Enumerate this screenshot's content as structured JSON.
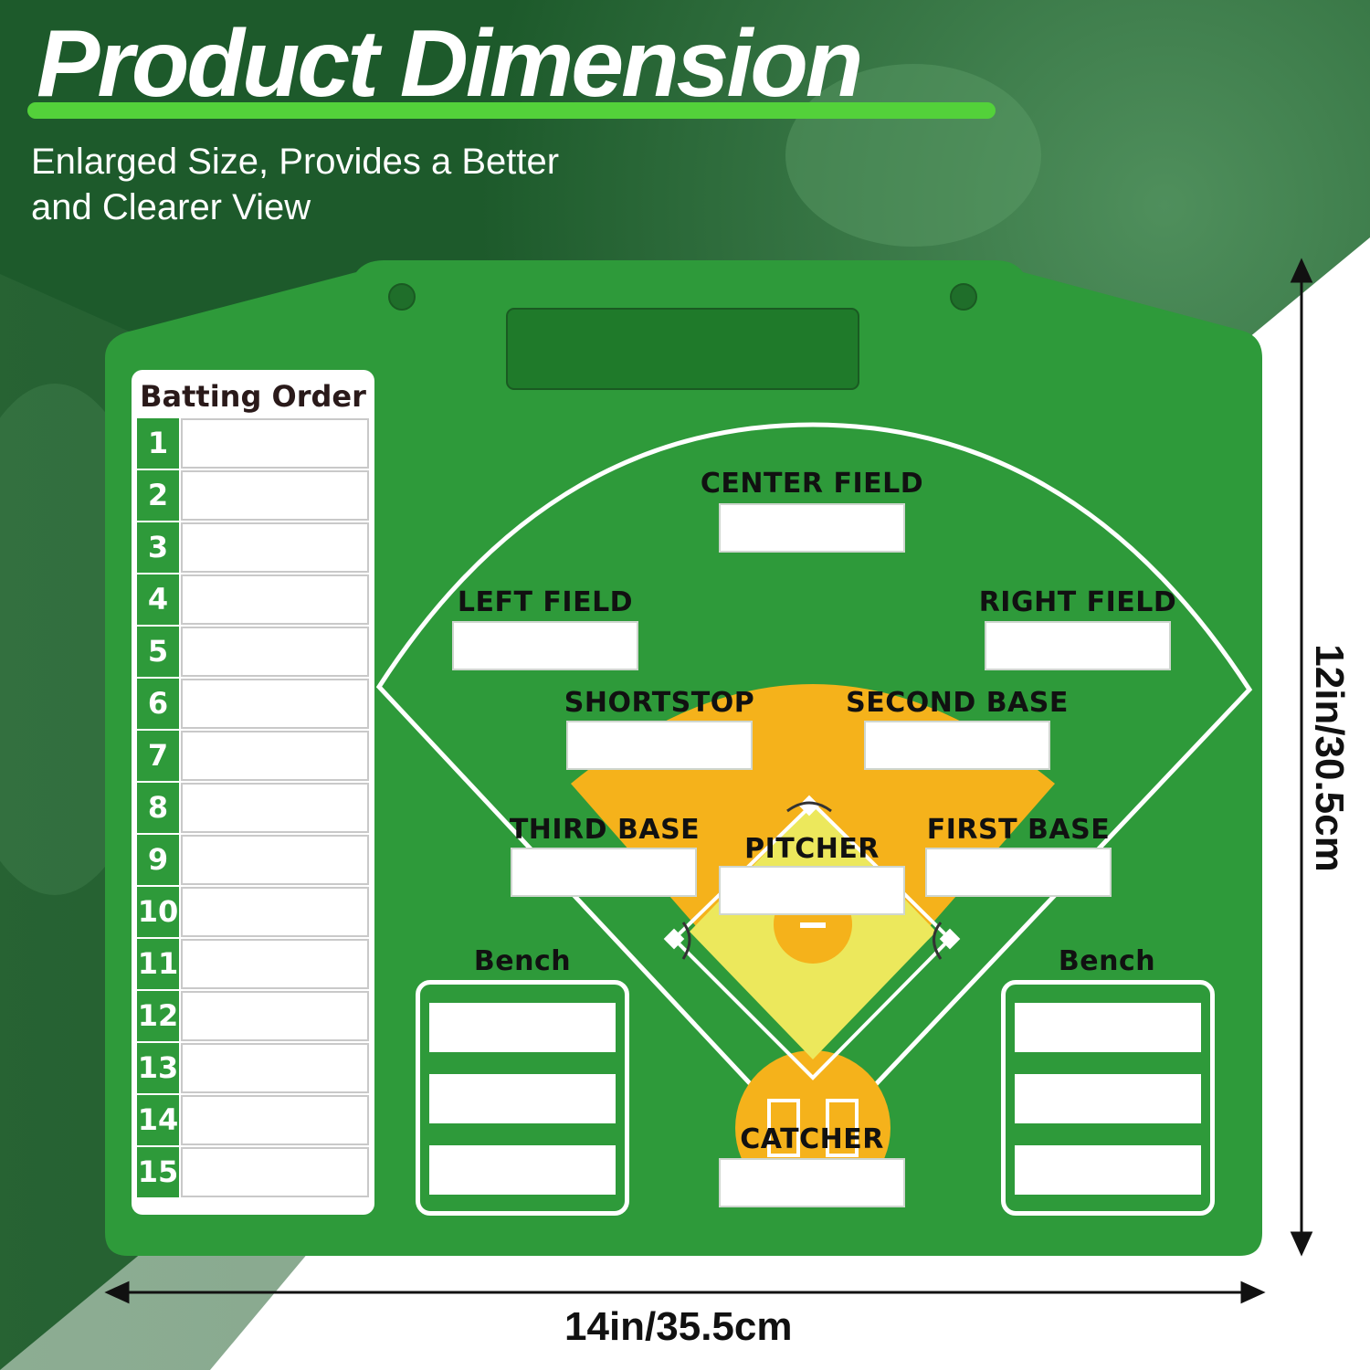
{
  "header": {
    "title": "Product Dimension",
    "subtitle_lines": [
      "Enlarged Size, Provides a Better",
      "and Clearer View"
    ]
  },
  "board": {
    "batting_order": {
      "title": "Batting Order",
      "numbers": [
        "1",
        "2",
        "3",
        "4",
        "5",
        "6",
        "7",
        "8",
        "9",
        "10",
        "11",
        "12",
        "13",
        "14",
        "15"
      ]
    },
    "positions": {
      "center_field": "CENTER FIELD",
      "left_field": "LEFT FIELD",
      "right_field": "RIGHT FIELD",
      "shortstop": "SHORTSTOP",
      "second_base": "SECOND BASE",
      "third_base": "THIRD BASE",
      "pitcher": "PITCHER",
      "first_base": "FIRST BASE",
      "catcher": "CATCHER"
    },
    "bench_left": "Bench",
    "bench_right": "Bench"
  },
  "dimensions": {
    "width": "14in/35.5cm",
    "height": "12in/30.5cm"
  },
  "colors": {
    "board_green": "#2e9a3a",
    "infield_orange": "#f5b21b",
    "infield_inner": "#ece85c",
    "headline_accent": "#53d13a",
    "dark_bg": "#1f5a2c"
  }
}
